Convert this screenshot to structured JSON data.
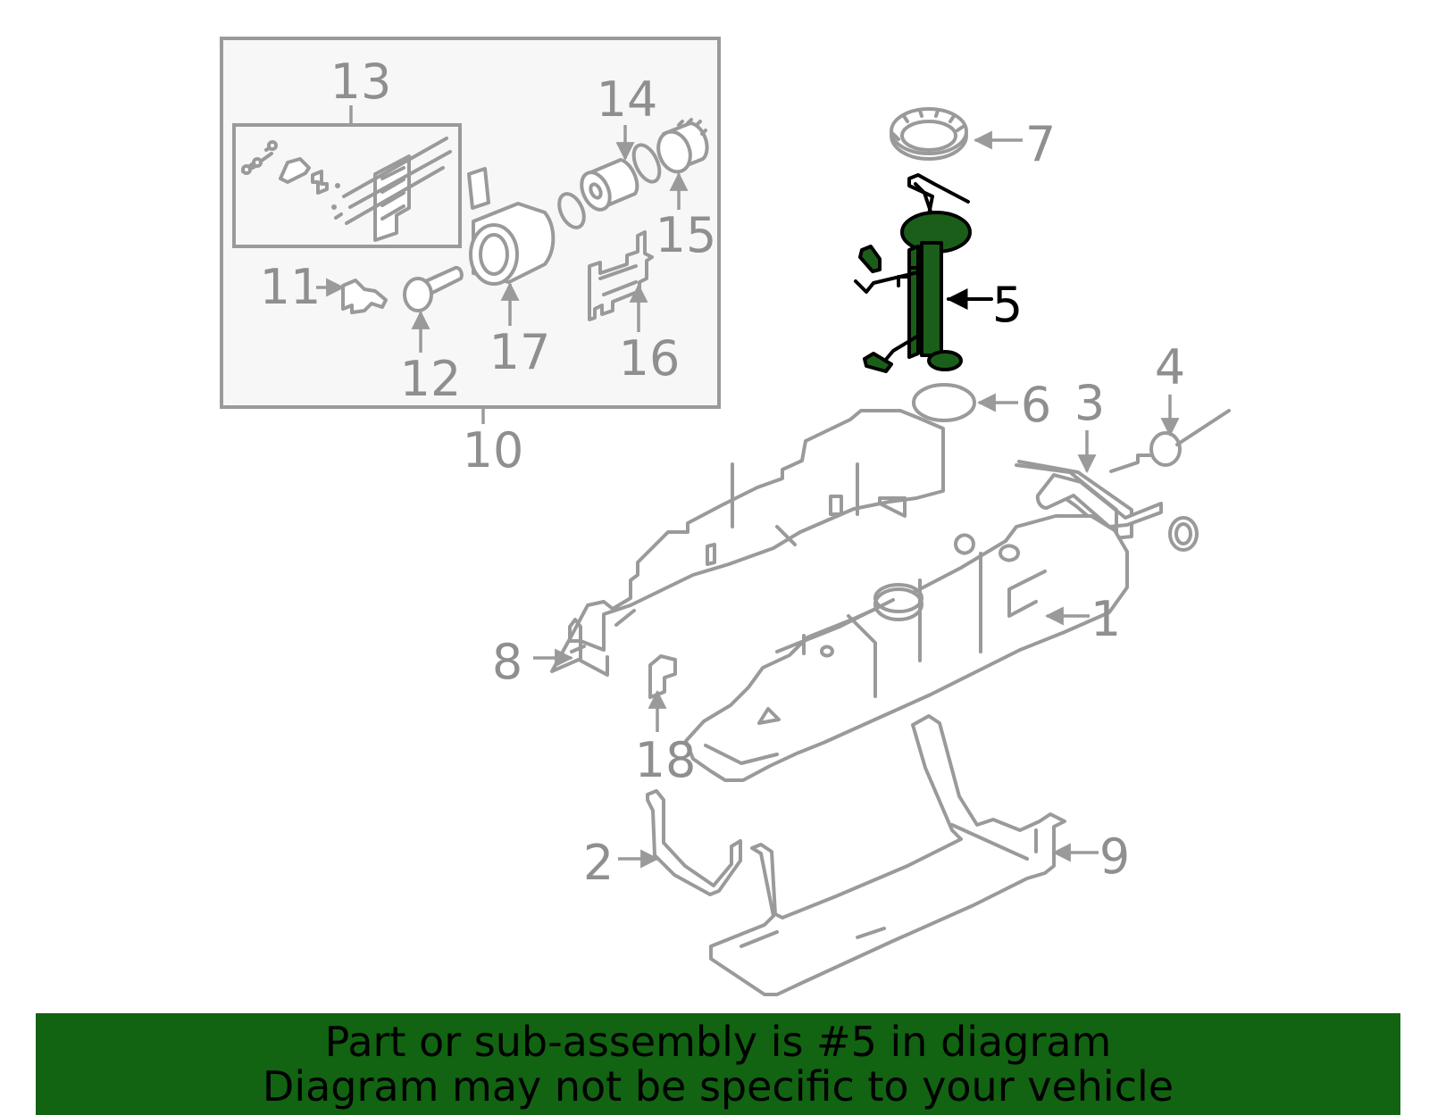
{
  "callouts": {
    "c1": "1",
    "c2": "2",
    "c3": "3",
    "c4": "4",
    "c5": "5",
    "c6": "6",
    "c7": "7",
    "c8": "8",
    "c9": "9",
    "c10": "10",
    "c11": "11",
    "c12": "12",
    "c13": "13",
    "c14": "14",
    "c15": "15",
    "c16": "16",
    "c17": "17",
    "c18": "18"
  },
  "highlight": {
    "part_number": "5",
    "color": "#1a5e1a"
  },
  "banner": {
    "line1": "Part or sub-assembly is #5 in diagram",
    "line2": "Diagram may not be specific to your vehicle",
    "background": "#126312"
  },
  "colors": {
    "line": "#9a9a9a",
    "inset_bg": "#f7f7f7",
    "text": "#8f8f8f"
  }
}
